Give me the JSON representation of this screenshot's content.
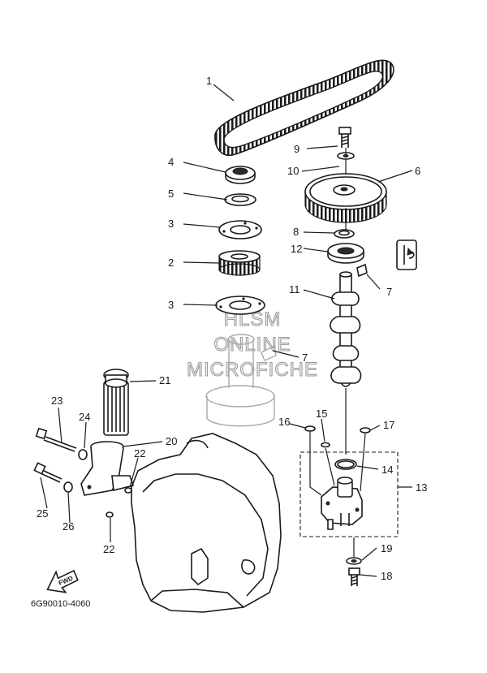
{
  "diagram": {
    "part_code": "6G90010-4060",
    "fwd_label": "FWD",
    "watermark": [
      "HLSM",
      "ONLINE",
      "MICROFICHE"
    ],
    "callouts": [
      "1",
      "9",
      "4",
      "10",
      "6",
      "5",
      "3",
      "8",
      "12",
      "2",
      "7",
      "11",
      "3",
      "7",
      "21",
      "23",
      "24",
      "20",
      "16",
      "15",
      "17",
      "14",
      "13",
      "22",
      "25",
      "26",
      "22",
      "19",
      "18"
    ]
  }
}
